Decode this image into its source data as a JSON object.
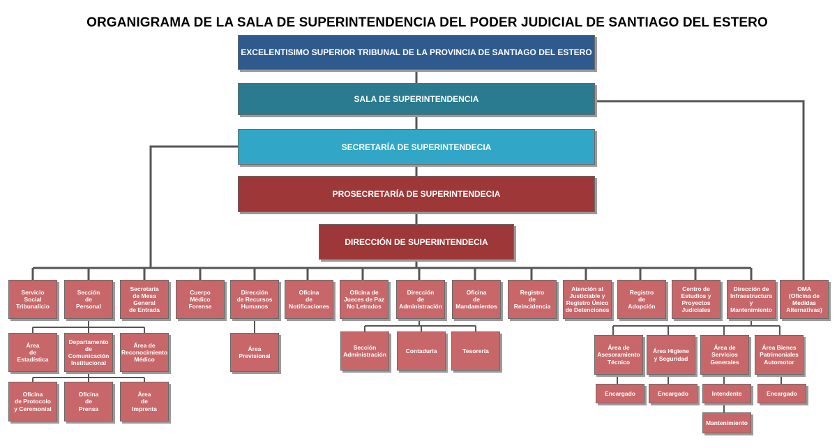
{
  "title": "ORGANIGRAMA DE LA SALA DE SUPERINTENDENCIA DEL PODER JUDICIAL DE SANTIAGO DEL ESTERO",
  "colors": {
    "level1": "#2e5a8e",
    "level2": "#2a7b90",
    "level3": "#32a6c6",
    "level4": "#9e3838",
    "level5": "#9e3838",
    "small": "#c8676a",
    "connector": "#555555"
  },
  "nodes": {
    "tribunal": "EXCELENTISIMO SUPERIOR TRIBUNAL DE LA PROVINCIA DE SANTIAGO DEL ESTERO",
    "sala": "SALA DE SUPERINTENDENCIA",
    "secretaria": "SECRETARÍA DE SUPERINTENDECIA",
    "prosecretaria": "PROSECRETARÍA DE SUPERINTENDECIA",
    "direccion": "DIRECCIÓN DE SUPERINTENDECIA",
    "servicio_social": "Servicio\nSocial\nTribunalicio",
    "seccion_personal": "Sección\nde\nPersonal",
    "mesa_entrada": "Secretaría\nde Mesa General\nde Entrada",
    "cuerpo_medico": "Cuerpo\nMédico\nForense",
    "recursos_humanos": "Dirección\nde Recursos\nHumanos",
    "notificaciones": "Oficina\nde\nNotificaciones",
    "jueces_paz": "Oficina de\nJueces de Paz\nNo Letrados",
    "administracion": "Dirección\nde\nAdministración",
    "mandamientos": "Oficina\nde\nMandamientos",
    "reincidencia": "Registro\nde\nReincidencia",
    "atencion": "Atención al\nJusticiable y\nRegistro Único\nde Detenciones",
    "adopcion": "Registro\nde\nAdopción",
    "centro_estudios": "Centro de\nEstudios y\nProyectos Judiciales",
    "infraestructura": "Dirección de\nInfraestructura y\nMantenimiento",
    "oma": "OMA\n(Oficina de Medidas\nAlternativas)",
    "area_estadistica": "Área\nde\nEstadística",
    "comunicacion": "Departamento\nde Comunicación\nInstitucional",
    "reconocimiento_medico": "Área de\nReconocimiento\nMédico",
    "area_previsional": "Área\nPrevisional",
    "seccion_administracion": "Sección\nAdministración",
    "contaduria": "Contaduría",
    "tesoreria": "Tesorería",
    "asesoramiento": "Área de\nAsesoramiento\nTécnico",
    "higiene": "Área Higiene\ny Seguridad",
    "servicios_generales": "Área de\nServicios Generales",
    "bienes_patrimoniales": "Área Bienes\nPatrimoniales\nAutomotor",
    "protocolo": "Oficina\nde Protocolo\ny Ceremonial",
    "prensa": "Oficina\nde\nPrensa",
    "imprenta": "Área\nde\nImprenta",
    "encargado_1": "Encargado",
    "encargado_2": "Encargado",
    "intendente": "Intendente",
    "encargado_3": "Encargado",
    "mantenimiento": "Mantenimiento"
  }
}
